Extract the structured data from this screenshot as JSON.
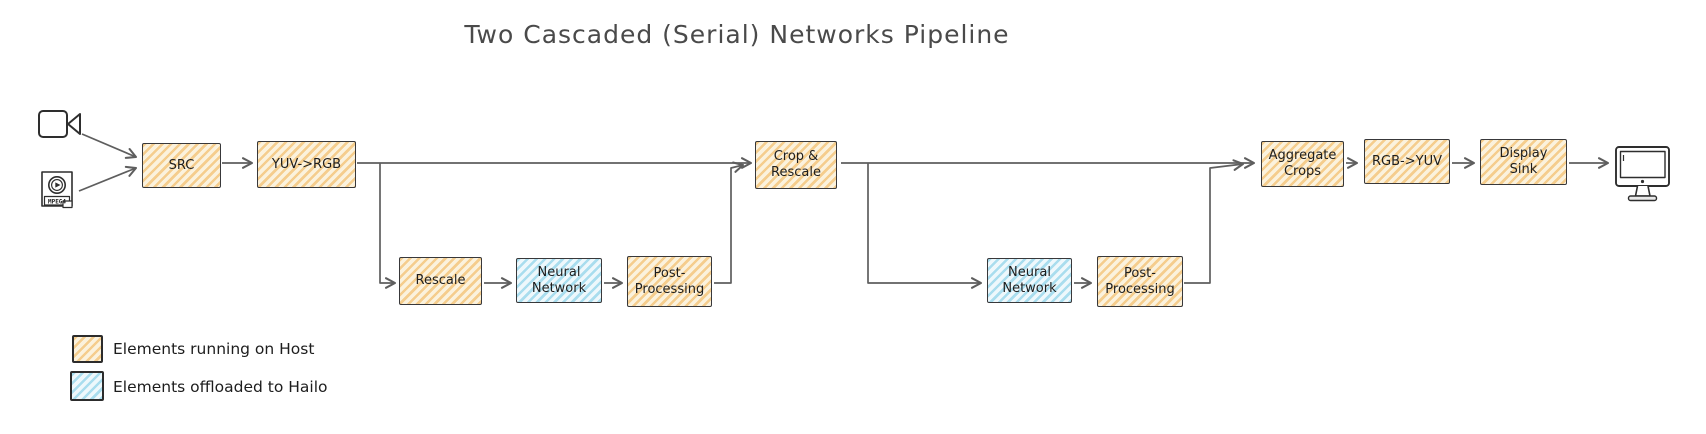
{
  "title": "Two Cascaded (Serial) Networks Pipeline",
  "nodes": {
    "src": "SRC",
    "yuv_to_rgb": "YUV->RGB",
    "rescale": "Rescale",
    "neural_network_1": "Neural Network",
    "post_processing_1": "Post-Processing",
    "crop_and_rescale": "Crop & Rescale",
    "neural_network_2": "Neural Network",
    "post_processing_2": "Post-Processing",
    "aggregate_crops": "Aggregate Crops",
    "rgb_to_yuv": "RGB->YUV",
    "display_sink": "Display Sink"
  },
  "icons": {
    "camera": "video-camera-icon",
    "file_label": "MPEG4",
    "monitor": "display-monitor-icon"
  },
  "legend": {
    "host": {
      "label": "Elements running on Host",
      "color_stripe": "#f5cd8d",
      "color_bg": "#fbf2dd"
    },
    "hailo": {
      "label": "Elements offloaded to Hailo",
      "color_stripe": "#a9ddee",
      "color_bg": "#eef8fc"
    }
  },
  "colors": {
    "box_border": "#38383a",
    "wire": "#5e5e5e",
    "icon_stroke": "#2e2e2e",
    "title_text": "#4a4a4a",
    "node_text": "#1e1e1e"
  }
}
